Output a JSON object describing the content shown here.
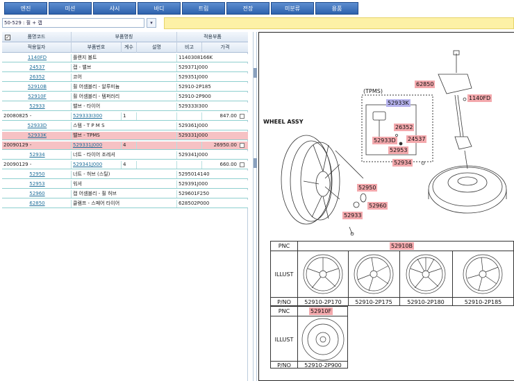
{
  "menu": [
    "엔진",
    "미션",
    "샤시",
    "바디",
    "트림",
    "전장",
    "미분류",
    "용품"
  ],
  "selector": {
    "value": "50-529 : 휠 + 캡",
    "button": "▾"
  },
  "table": {
    "header1": {
      "col1": "품명코드",
      "col2": "부품명칭",
      "col3": "적용부품"
    },
    "header2": {
      "date": "적용일자",
      "partno": "부품번호",
      "qty": "계수",
      "desc": "설명",
      "remark": "비고",
      "price": "가격"
    },
    "rows": [
      {
        "pnc": "1140FD",
        "name": "플랜지 볼트",
        "partno": "1140308166K",
        "type": "pnc"
      },
      {
        "pnc": "24537",
        "name": "캡 - 밸브",
        "partno": "529371J000",
        "type": "pnc"
      },
      {
        "pnc": "26352",
        "name": "코어",
        "partno": "529351J000",
        "type": "pnc"
      },
      {
        "pnc": "52910B",
        "name": "휠 어셈블리 - 알루미늄",
        "partno": "52910-2P185",
        "type": "pnc"
      },
      {
        "pnc": "52910F",
        "name": "휠 어셈블리 - 템퍼러리",
        "partno": "52910-2P900",
        "type": "pnc"
      },
      {
        "pnc": "52933",
        "name": "밸브 - 타이어",
        "partno": "529333I300",
        "type": "pnc"
      },
      {
        "date": "20080825  -",
        "partno": "529333I300",
        "qty": "1",
        "price": "847.00",
        "type": "sub"
      },
      {
        "pnc": "52933D",
        "name": "스템 - T P M S",
        "partno": "529361J000",
        "type": "pnc"
      },
      {
        "pnc": "52933K",
        "name": "밸브 - TPMS",
        "partno": "529331J000",
        "type": "pnc-sel"
      },
      {
        "date": "20090129  -",
        "partno": "529331J000",
        "qty": "4",
        "price": "26950.00",
        "type": "sub-sel"
      },
      {
        "pnc": "52934",
        "name": "너트 - 타이어 조레셔",
        "partno": "529341J000",
        "type": "pnc"
      },
      {
        "date": "20090129  -",
        "partno": "529341J000",
        "qty": "4",
        "price": "660.00",
        "type": "sub"
      },
      {
        "pnc": "52950",
        "name": "너트 - 허브 (스틸)",
        "partno": "5295014140",
        "type": "pnc"
      },
      {
        "pnc": "52953",
        "name": "워셔",
        "partno": "529391J000",
        "type": "pnc"
      },
      {
        "pnc": "52960",
        "name": "캡 어셈블리 - 휠 허브",
        "partno": "529601F250",
        "type": "pnc"
      },
      {
        "pnc": "62850",
        "name": "클램프 - 스페어 타이어",
        "partno": "628502P000",
        "type": "pnc"
      }
    ]
  },
  "diagram": {
    "wheel_assy": "WHEEL ASSY",
    "tpms": "(TPMS)",
    "labels": {
      "l62850": "62850",
      "l1140FD": "1140FD",
      "l52933K": "52933K",
      "l26352": "26352",
      "l52933D": "52933D",
      "l24537": "24537",
      "l52953a": "52953",
      "l52934": "52934",
      "l52950": "52950",
      "l52960": "52960",
      "l52933": "52933"
    },
    "illust": {
      "pnc": "PNC",
      "illust": "ILLUST",
      "pno": "P/NO",
      "pnc1": "52910B",
      "pnc2": "52910F",
      "pnos1": [
        "52910-2P170",
        "52910-2P175",
        "52910-2P180",
        "52910-2P185"
      ],
      "pno2": "52910-2P900"
    }
  }
}
